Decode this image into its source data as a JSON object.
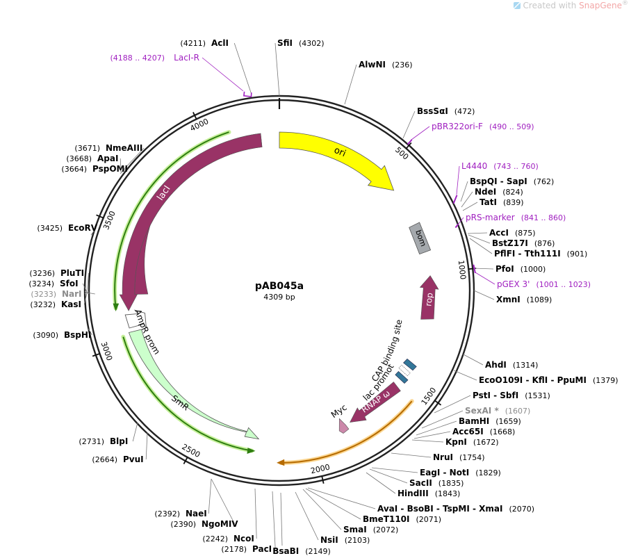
{
  "watermark": {
    "prefix": "Created with",
    "brand": "SnapGene",
    "reg": "®"
  },
  "plasmid": {
    "name": "pAB045a",
    "size_label": "4309 bp",
    "length": 4309
  },
  "ticks": [
    {
      "pos": 500,
      "label": "500"
    },
    {
      "pos": 1000,
      "label": "1000"
    },
    {
      "pos": 1500,
      "label": "1500"
    },
    {
      "pos": 2000,
      "label": "2000"
    },
    {
      "pos": 2500,
      "label": "2500"
    },
    {
      "pos": 3000,
      "label": "3000"
    },
    {
      "pos": 3500,
      "label": "3500"
    },
    {
      "pos": 4000,
      "label": "4000"
    }
  ],
  "colors": {
    "ring": "#222222",
    "enzyme_text": "#000000",
    "muted": "#8c8c8c",
    "primer": "#a020c0",
    "leader": "#777777",
    "ori": "#ffff00",
    "lacI": "#993366",
    "rop": "#993366",
    "rnap": "#993366",
    "bom": "#a5a9ad",
    "ampr_promoter": "#ffffff",
    "smr": "#ccffcc",
    "cap": "#337799",
    "lac_promoter": "#ffffff",
    "myc": "#cc88aa",
    "green_arc": "#2e7d10",
    "green_halo": "#c6f09a",
    "orange_arc": "#b66b00",
    "orange_halo": "#fbd690"
  },
  "enzymes": [
    {
      "name": "AclI",
      "pos_label": "(4211)",
      "muted": false
    },
    {
      "name": "SfiI",
      "pos_label": "(4302)",
      "muted": false
    },
    {
      "name": "AlwNI",
      "pos_label": "(236)",
      "muted": false
    },
    {
      "name": "BssSαI",
      "pos_label": "(472)",
      "muted": false
    },
    {
      "name": "BspQI - SapI",
      "pos_label": "(762)",
      "muted": false
    },
    {
      "name": "NdeI",
      "pos_label": "(824)",
      "muted": false
    },
    {
      "name": "TatI",
      "pos_label": "(839)",
      "muted": false
    },
    {
      "name": "AccI",
      "pos_label": "(875)",
      "muted": false
    },
    {
      "name": "BstZ17I",
      "pos_label": "(876)",
      "muted": false
    },
    {
      "name": "PflFI - Tth111I",
      "pos_label": "(901)",
      "muted": false
    },
    {
      "name": "PfoI",
      "pos_label": "(1000)",
      "muted": false
    },
    {
      "name": "XmnI",
      "pos_label": "(1089)",
      "muted": false
    },
    {
      "name": "AhdI",
      "pos_label": "(1314)",
      "muted": false
    },
    {
      "name": "EcoO109I - KflI - PpuMI",
      "pos_label": "(1379)",
      "muted": false
    },
    {
      "name": "PstI - SbfI",
      "pos_label": "(1531)",
      "muted": false
    },
    {
      "name": "SexAI *",
      "pos_label": "(1607)",
      "muted": true
    },
    {
      "name": "BamHI",
      "pos_label": "(1659)",
      "muted": false
    },
    {
      "name": "Acc65I",
      "pos_label": "(1668)",
      "muted": false
    },
    {
      "name": "KpnI",
      "pos_label": "(1672)",
      "muted": false
    },
    {
      "name": "NruI",
      "pos_label": "(1754)",
      "muted": false
    },
    {
      "name": "EagI - NotI",
      "pos_label": "(1829)",
      "muted": false
    },
    {
      "name": "SacII",
      "pos_label": "(1835)",
      "muted": false
    },
    {
      "name": "HindIII",
      "pos_label": "(1843)",
      "muted": false
    },
    {
      "name": "AvaI - BsoBI - TspMI - XmaI",
      "pos_label": "(2070)",
      "muted": false
    },
    {
      "name": "BmeT110I",
      "pos_label": "(2071)",
      "muted": false
    },
    {
      "name": "SmaI",
      "pos_label": "(2072)",
      "muted": false
    },
    {
      "name": "NsiI",
      "pos_label": "(2103)",
      "muted": false
    },
    {
      "name": "BsaBI",
      "pos_label": "(2149)",
      "muted": false
    },
    {
      "name": "PacI",
      "pos_label": "(2178)",
      "muted": false
    },
    {
      "name": "NcoI",
      "pos_label": "(2242)",
      "muted": false
    },
    {
      "name": "NgoMIV",
      "pos_label": "(2390)",
      "muted": false
    },
    {
      "name": "NaeI",
      "pos_label": "(2392)",
      "muted": false
    },
    {
      "name": "PvuI",
      "pos_label": "(2664)",
      "muted": false
    },
    {
      "name": "BlpI",
      "pos_label": "(2731)",
      "muted": false
    },
    {
      "name": "BspHI",
      "pos_label": "(3090)",
      "muted": false
    },
    {
      "name": "KasI",
      "pos_label": "(3232)",
      "muted": false
    },
    {
      "name": "NarI *",
      "pos_label": "(3233)",
      "muted": true
    },
    {
      "name": "SfoI",
      "pos_label": "(3234)",
      "muted": false
    },
    {
      "name": "PluTI",
      "pos_label": "(3236)",
      "muted": false
    },
    {
      "name": "EcoRV",
      "pos_label": "(3425)",
      "muted": false
    },
    {
      "name": "PspOMI",
      "pos_label": "(3664)",
      "muted": false
    },
    {
      "name": "ApaI",
      "pos_label": "(3668)",
      "muted": false
    },
    {
      "name": "NmeAIII",
      "pos_label": "(3671)",
      "muted": false
    }
  ],
  "primers": [
    {
      "name": "LacI-R",
      "range": "(4188 .. 4207)"
    },
    {
      "name": "pBR322ori-F",
      "range": "(490 .. 509)"
    },
    {
      "name": "L4440",
      "range": "(743 .. 760)"
    },
    {
      "name": "pRS-marker",
      "range": "(841 .. 860)"
    },
    {
      "name": "pGEX 3'",
      "range": "(1001 .. 1023)"
    }
  ],
  "features": [
    {
      "name": "ori",
      "label": "ori"
    },
    {
      "name": "bom",
      "label": "bom"
    },
    {
      "name": "rop",
      "label": "rop"
    },
    {
      "name": "lacI",
      "label": "lacI"
    },
    {
      "name": "AmpR promoter",
      "label": "AmpR promoter"
    },
    {
      "name": "SmR",
      "label": "SmR"
    },
    {
      "name": "CAP binding site",
      "label": "CAP binding site"
    },
    {
      "name": "lac promoter",
      "label": "lac promoter"
    },
    {
      "name": "RNAP ω",
      "label": "RNAP ω"
    },
    {
      "name": "Myc",
      "label": "Myc"
    }
  ]
}
